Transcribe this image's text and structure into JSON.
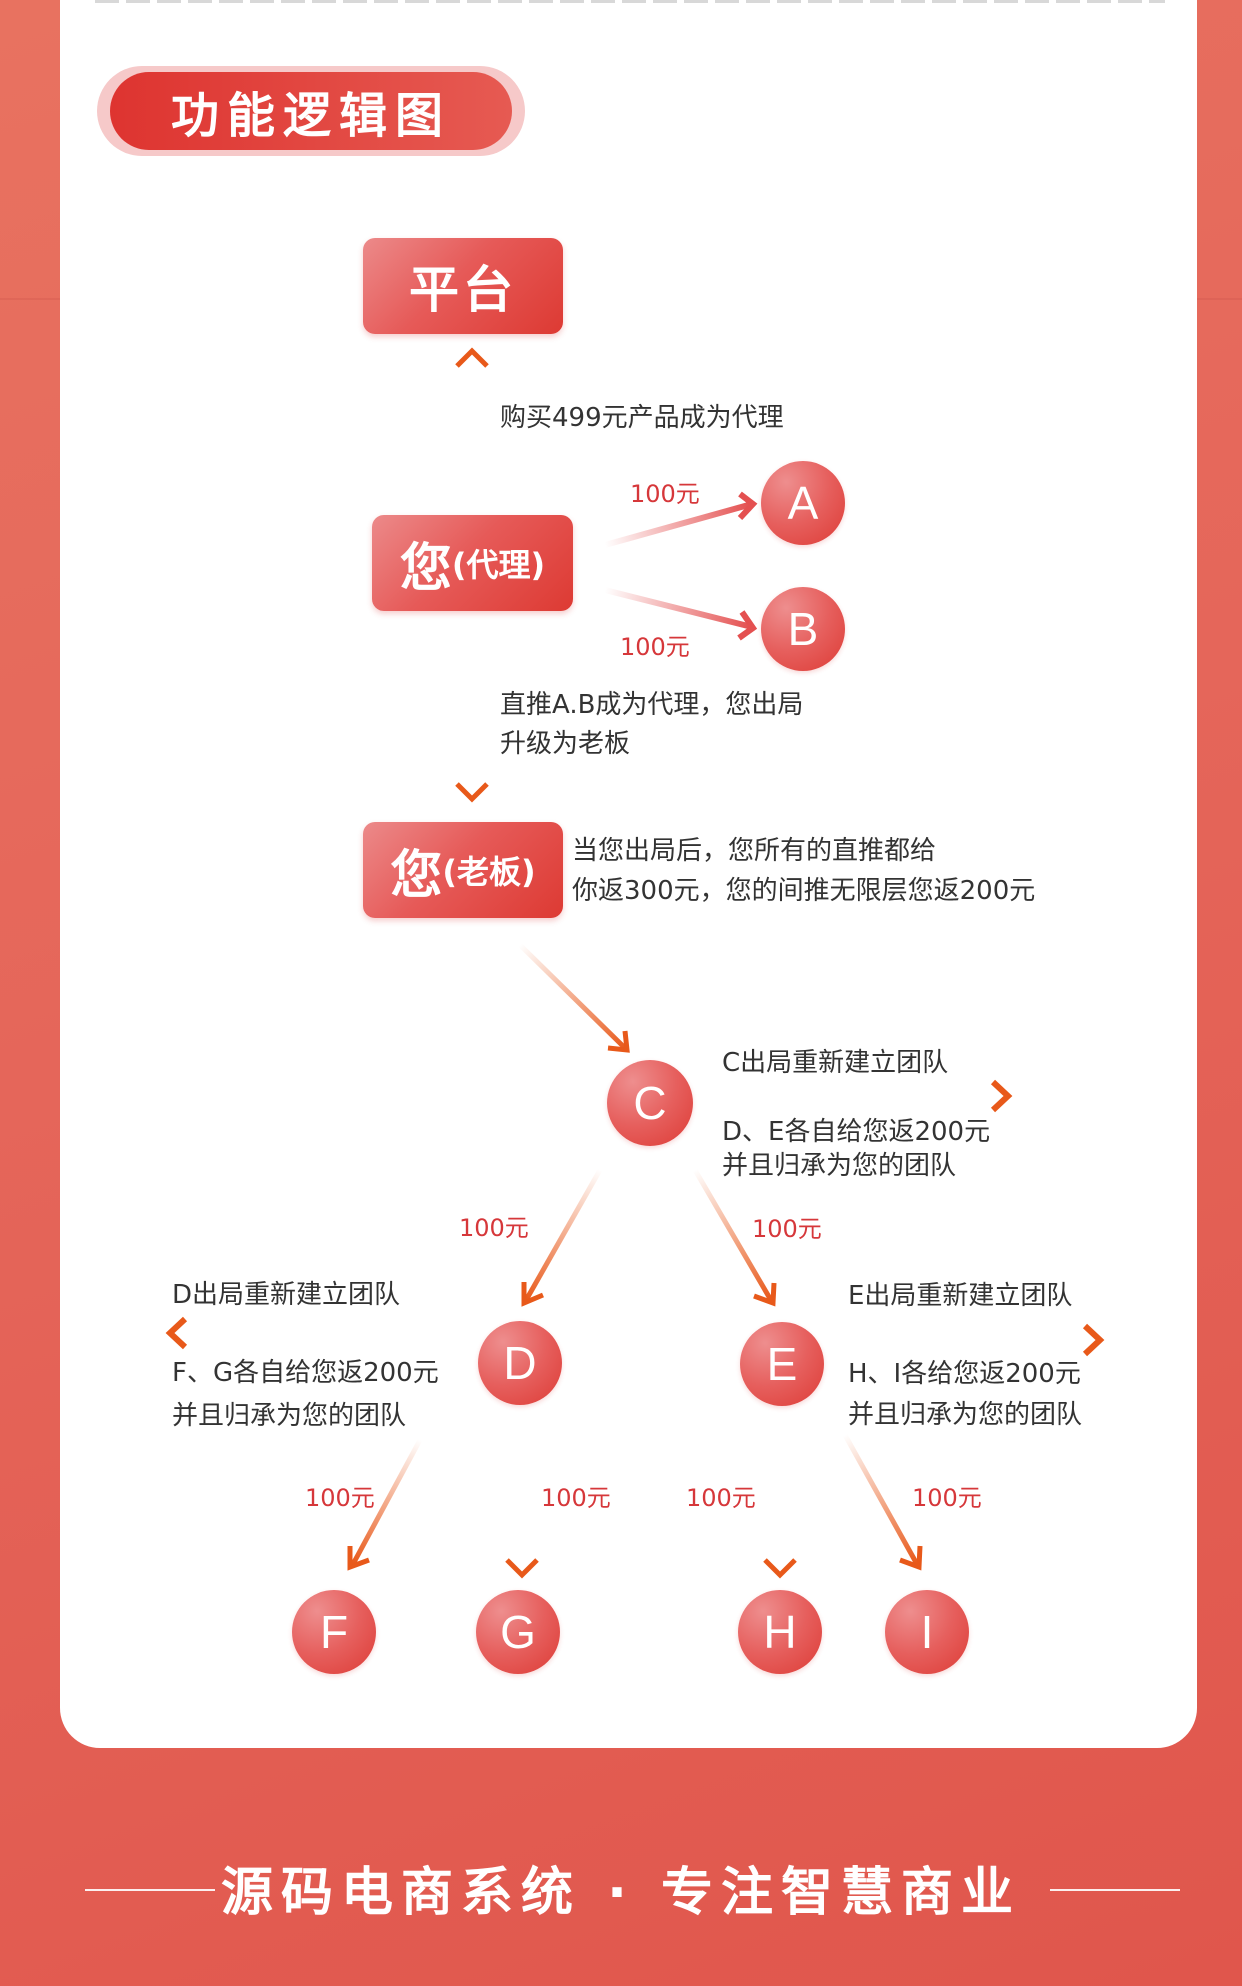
{
  "header": {
    "title": "功能逻辑图"
  },
  "nodes": {
    "platform": {
      "label": "平台"
    },
    "agent": {
      "main": "您",
      "sub": "(代理)"
    },
    "boss": {
      "main": "您",
      "sub": "(老板)"
    },
    "circles": [
      "A",
      "B",
      "C",
      "D",
      "E",
      "F",
      "G",
      "H",
      "I"
    ]
  },
  "texts": {
    "buy_to_agent": "购买499元产品成为代理",
    "upgrade_line1": "直推A.B成为代理，您出局",
    "upgrade_line2": "升级为老板",
    "boss_line1": "当您出局后，您所有的直推都给",
    "boss_line2": "你返300元，您的间推无限层您返200元",
    "c_out": "C出局重新建立团队",
    "c_ret1": "D、E各自给您返200元",
    "c_ret2": "并且归承为您的团队",
    "d_out": "D出局重新建立团队",
    "d_ret1": "F、G各自给您返200元",
    "d_ret2": "并且归承为您的团队",
    "e_out": "E出局重新建立团队",
    "e_ret1": "H、I各给您返200元",
    "e_ret2": "并且归承为您的团队"
  },
  "money_labels": {
    "to_a": "100元",
    "to_b": "100元",
    "c_to_d": "100元",
    "c_to_e": "100元",
    "d_to_f": "100元",
    "d_to_g": "100元",
    "e_to_h": "100元",
    "e_to_i": "100元"
  },
  "footer": {
    "slogan": "源码电商系统 · 专注智慧商业"
  },
  "colors": {
    "brand_red": "#e0453e",
    "arrow_orange": "#e8591a",
    "money_red": "#d6373a",
    "background": "#e5665a"
  }
}
